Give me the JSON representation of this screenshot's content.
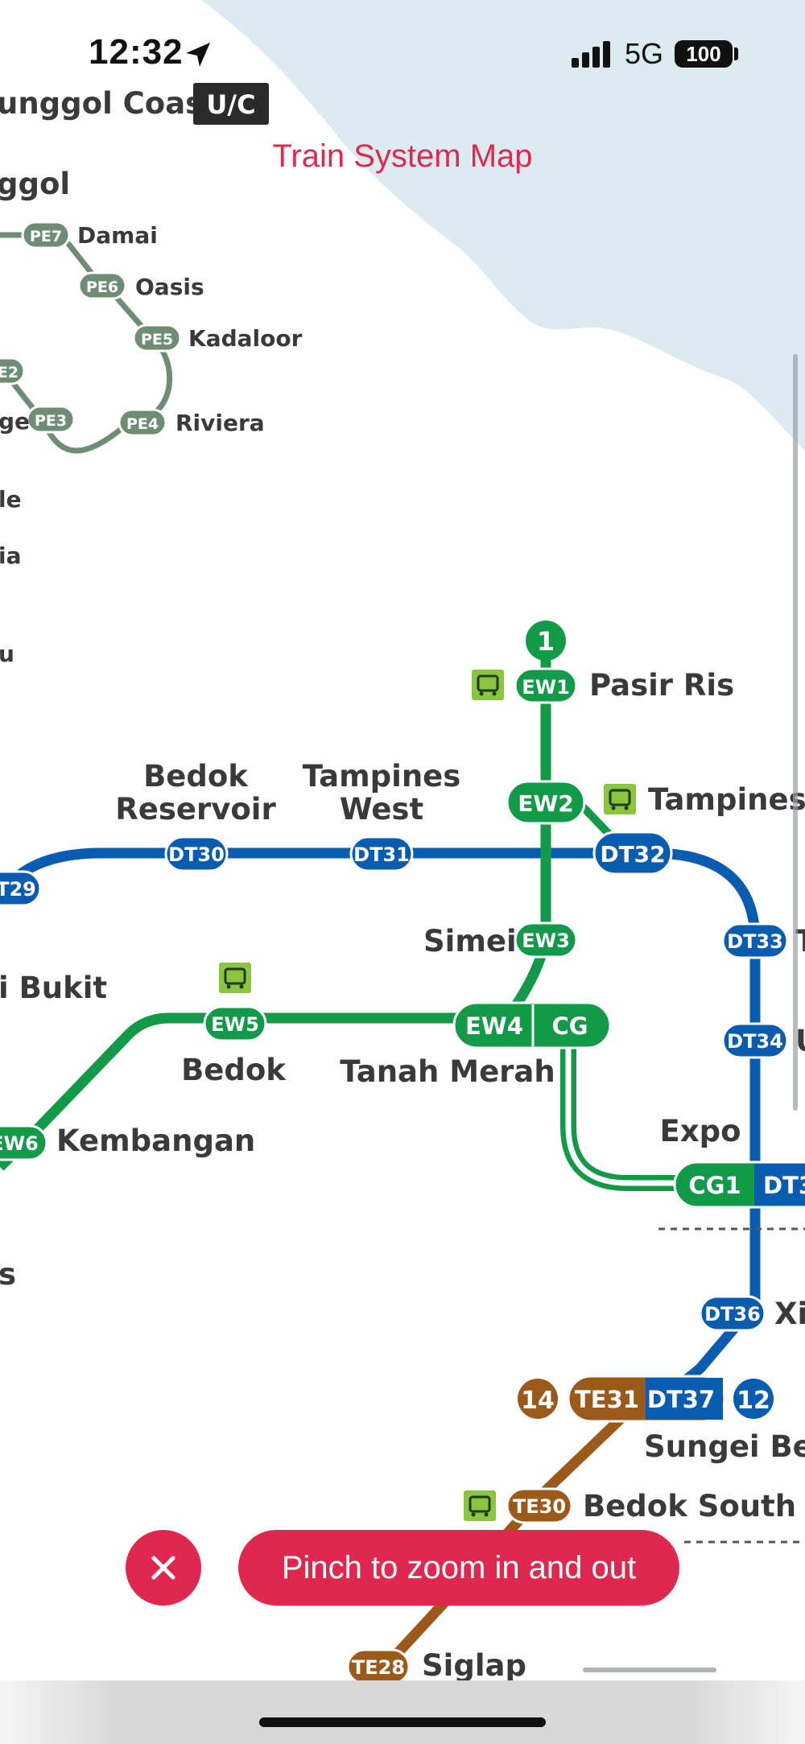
{
  "status": {
    "time": "12:32",
    "network": "5G",
    "battery": "100",
    "location_icon": "location-arrow-icon",
    "signal_icon": "cellular-signal-icon"
  },
  "title": "Train System Map",
  "hint": "Pinch to zoom in and out",
  "close_icon": "close-icon",
  "colors": {
    "accent": "#e0284f",
    "ew_line": "#139a48",
    "dt_line": "#0a5cb0",
    "pe_line": "#6f8c74",
    "te_line": "#9b5a1a",
    "sea": "#dcebf0",
    "bus_icon": "#8bc53f"
  },
  "map": {
    "labels": {
      "punggol_coast": "unggol Coast",
      "uc": "U/C",
      "punggol": "ggol",
      "frag_le": "le",
      "frag_ia": "ia",
      "frag_u": "u",
      "frag_s": "s",
      "frag_bukit": "i Bukit",
      "frag_t": "T",
      "frag_u2": "U",
      "frag_xi": "Xi",
      "damai": "Damai",
      "oasis": "Oasis",
      "kadaloor": "Kadaloor",
      "riviera": "Riviera",
      "frag_ge": "ge",
      "pasir_ris": "Pasir Ris",
      "tampines": "Tampines",
      "bedok_reservoir_1": "Bedok",
      "bedok_reservoir_2": "Reservoir",
      "tampines_west_1": "Tampines",
      "tampines_west_2": "West",
      "simei": "Simei",
      "bedok": "Bedok",
      "tanah_merah": "Tanah Merah",
      "kembangan": "Kembangan",
      "expo": "Expo",
      "sungei_bedok": "Sungei Bed",
      "bedok_south": "Bedok South",
      "siglap": "Siglap"
    },
    "codes": {
      "pe7": "PE7",
      "pe6": "PE6",
      "pe5": "PE5",
      "pe4": "PE4",
      "pe3": "PE3",
      "pe2": "E2",
      "ew1": "EW1",
      "ew2": "EW2",
      "ew3": "EW3",
      "ew4": "EW4",
      "ew5": "EW5",
      "ew6": "EW6",
      "cg": "CG",
      "cg1": "CG1",
      "dt29": "T29",
      "dt30": "DT30",
      "dt31": "DT31",
      "dt32": "DT32",
      "dt33": "DT33",
      "dt34": "DT34",
      "dt35": "DT3",
      "dt36": "DT36",
      "dt37": "DT37",
      "te31": "TE31",
      "te30": "TE30",
      "te28": "TE28",
      "line1": "1",
      "line14": "14",
      "line12": "12"
    }
  }
}
